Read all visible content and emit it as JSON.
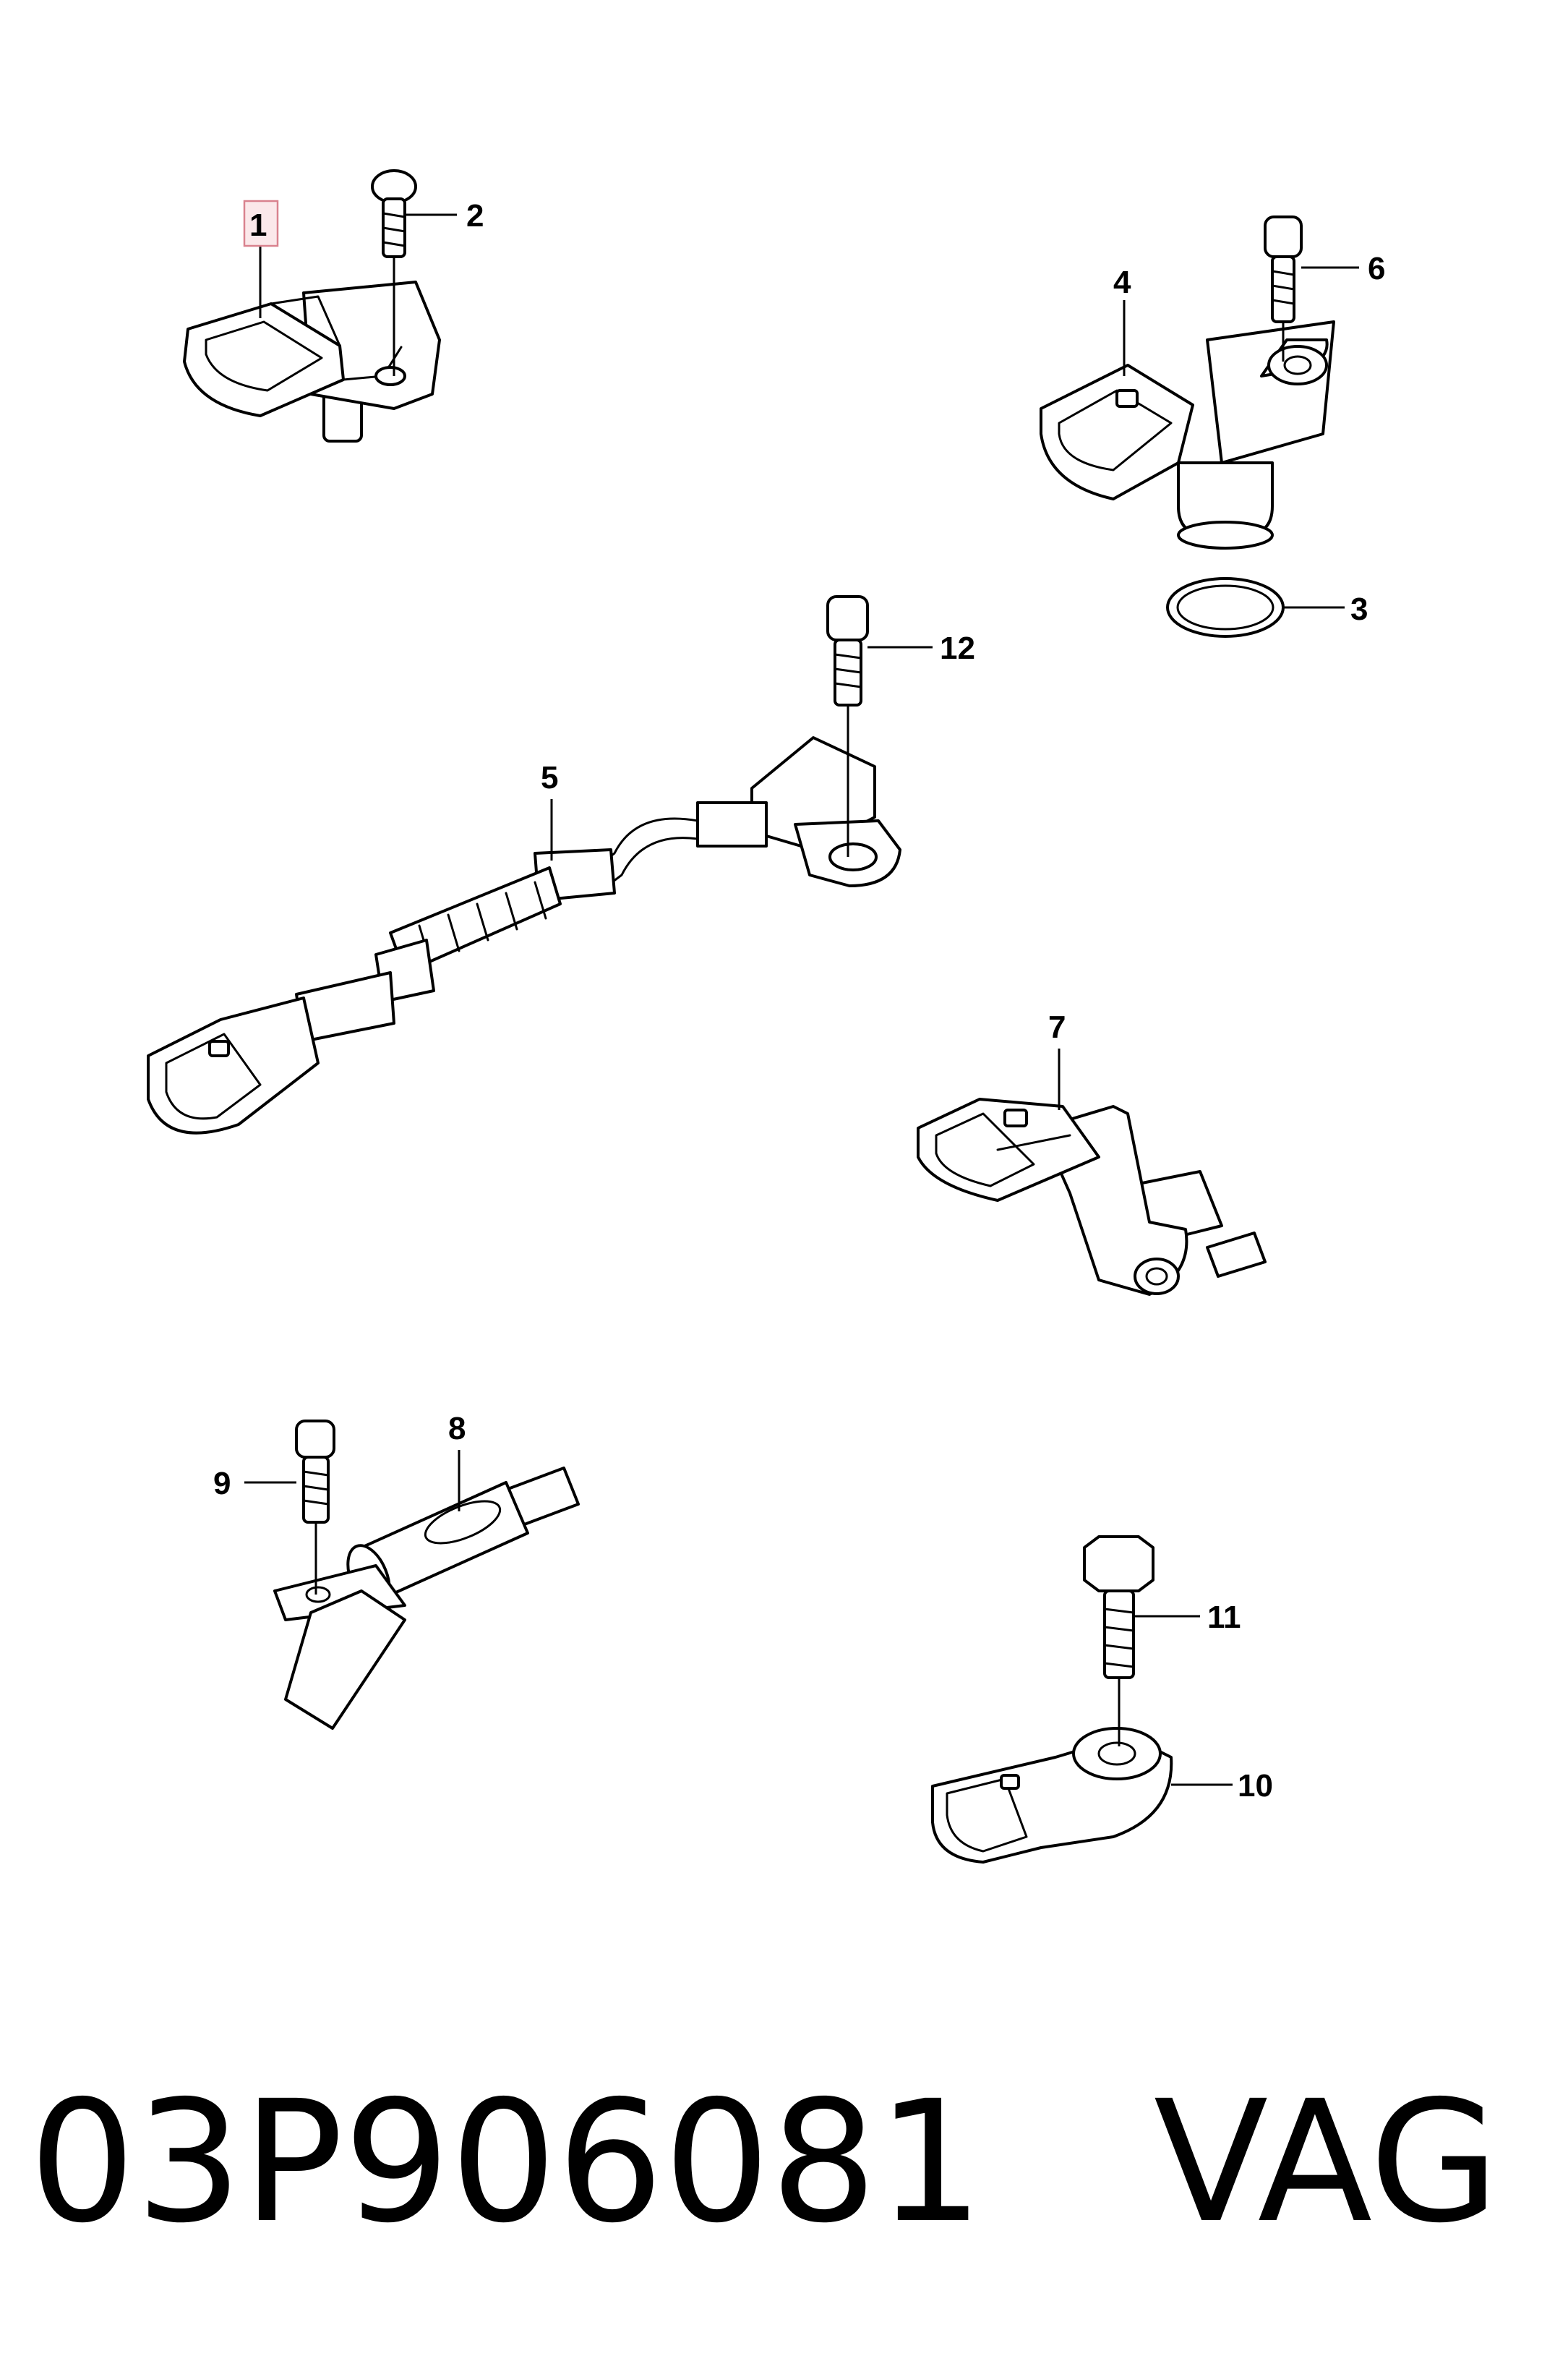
{
  "callouts": [
    "1",
    "2",
    "3",
    "4",
    "5",
    "6",
    "7",
    "8",
    "9",
    "10",
    "11",
    "12"
  ],
  "highlighted_callout": "1",
  "footer": {
    "part_number": "03P906081",
    "brand": "VAG"
  },
  "colors": {
    "line": "#000000",
    "background": "#ffffff",
    "highlight_fill": "#fbe8ea",
    "highlight_border": "#d9828e"
  }
}
